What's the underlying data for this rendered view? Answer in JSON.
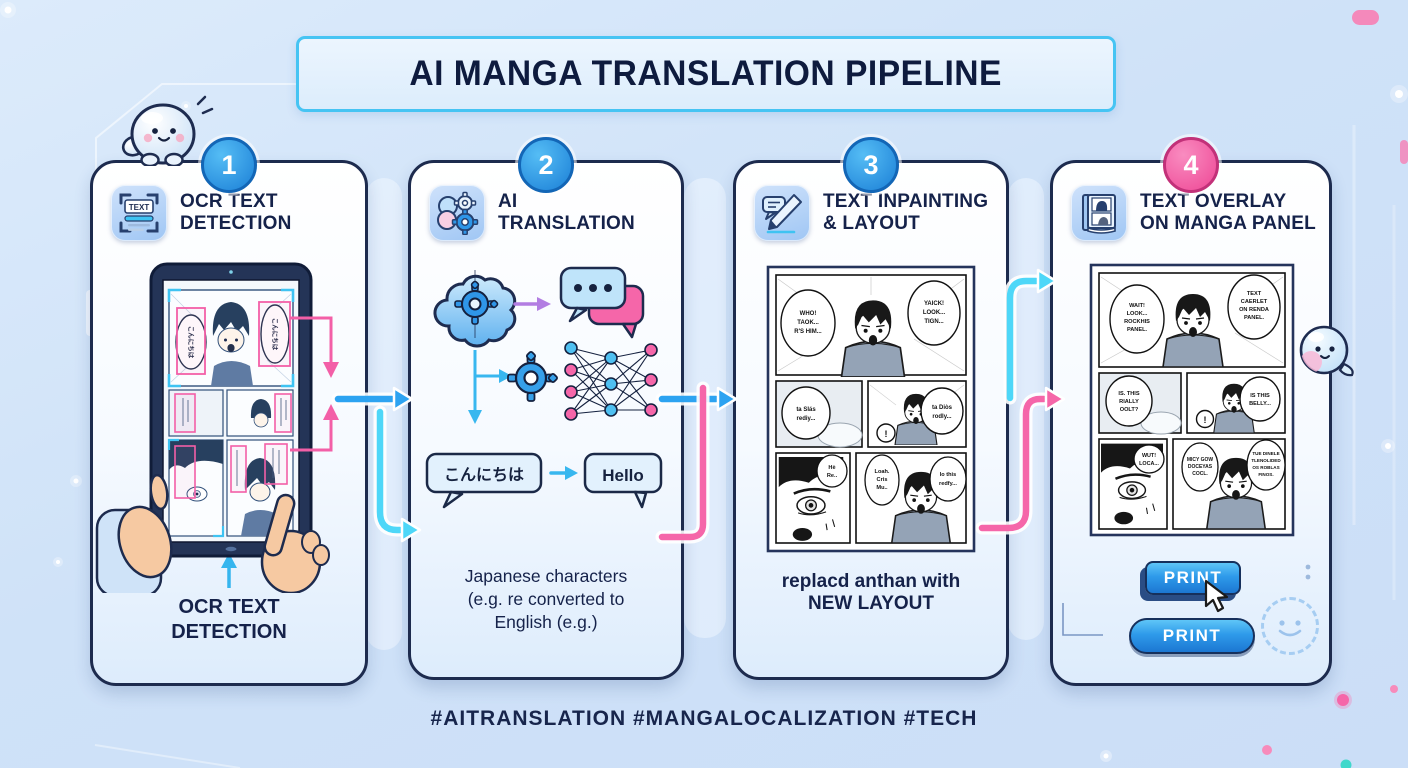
{
  "title": "AI MANGA TRANSLATION PIPELINE",
  "hashtags": "#AITRANSLATION #MANGALOCALIZATION #TECH",
  "colors": {
    "accent_blue": "#2da3f1",
    "accent_cyan": "#4ed7f8",
    "accent_pink": "#f566a9",
    "navy": "#15224a"
  },
  "steps": [
    {
      "number": "1",
      "title_line1": "OCR TEXT",
      "title_line2": "DETECTION",
      "icon": "ocr-scanner-icon",
      "icon_label": "TEXT",
      "caption_line1": "OCR TEXT",
      "caption_line2": "DETECTION"
    },
    {
      "number": "2",
      "title_line1": "AI",
      "title_line2": "TRANSLATION",
      "icon": "brain-gears-icon",
      "caption_line1": "Japanese characters",
      "caption_line2": "(e.g. re converted to",
      "caption_line3": "English (e.g.)"
    },
    {
      "number": "3",
      "title_line1": "TEXT INPAINTING",
      "title_line2": "& LAYOUT",
      "icon": "bubble-pencil-icon",
      "caption_line1": "replacd anthan with",
      "caption_line2": "NEW LAYOUT"
    },
    {
      "number": "4",
      "title_line1": "TEXT OVERLAY",
      "title_line2": "ON MANGA PANEL",
      "icon": "manga-book-icon"
    }
  ],
  "step1": {
    "tablet_bubble_left": "こんにちは",
    "tablet_bubble_right": "こんにちは"
  },
  "step2": {
    "source_text": "こんにちは",
    "target_text": "Hello"
  },
  "step3": {
    "bubble1": [
      "WHO!",
      "TAOK...",
      "R'S HIM..."
    ],
    "bubble2": [
      "YAICK!",
      "LOOK...",
      "TIGN..."
    ],
    "bubble3": [
      "ta SIás",
      "rediy..."
    ],
    "exclaim": "!",
    "bubble4": [
      "ta Diòs",
      "rodly..."
    ],
    "bubble5": [
      "Hè",
      "Re.."
    ],
    "bubble6": [
      "Loah.",
      "Cris",
      "Mu.."
    ],
    "bubble7": [
      "Io this",
      "redfy..."
    ]
  },
  "step4": {
    "bubble1": [
      "WAIT!",
      "LOOK...",
      "ROCKHIS",
      "PANEL."
    ],
    "bubble2": [
      "TEXT",
      "CAERLET",
      "ON RENDA",
      "PANEL."
    ],
    "bubble3": [
      "IS. THIS",
      "RIALLY",
      "OOLT?"
    ],
    "exclaim": "!",
    "bubble4": [
      "IS THIS",
      "BELLY..."
    ],
    "bubble5": [
      "WUT!",
      "LOCA..."
    ],
    "bubble6": [
      "MICY GOW",
      "DOCEYAS",
      "COCL."
    ],
    "bubble7": [
      "TUE DINELE",
      "TLENOLIDED",
      "OS ROBLAS",
      "FINOS."
    ],
    "print_top": "PRINT",
    "print_bottom": "PRINT"
  }
}
